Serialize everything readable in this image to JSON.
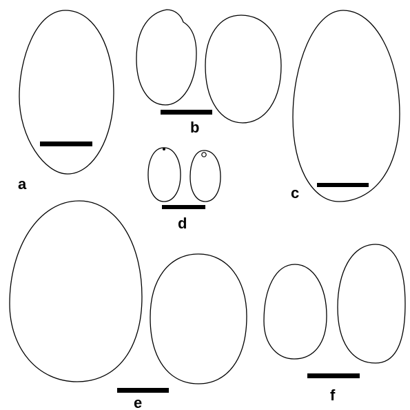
{
  "figure": {
    "panels": [
      {
        "id": "a",
        "label": "a"
      },
      {
        "id": "b",
        "label": "b"
      },
      {
        "id": "c",
        "label": "c"
      },
      {
        "id": "d",
        "label": "d"
      },
      {
        "id": "e",
        "label": "e"
      },
      {
        "id": "f",
        "label": "f"
      }
    ]
  },
  "colors": {
    "outline": "#000000",
    "background": "#ffffff"
  }
}
